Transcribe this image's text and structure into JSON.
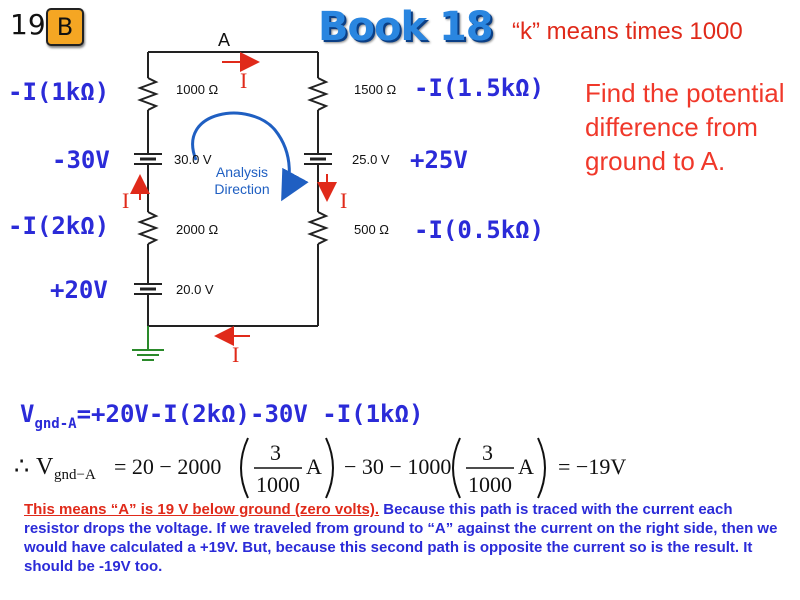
{
  "header": {
    "page_number": "19",
    "badge": "B",
    "book_title": "Book 18",
    "subtitle": "“k” means times 1000"
  },
  "question": "Find the potential difference from ground to A.",
  "circuit": {
    "node_a": "A",
    "components": {
      "r_1000": "1000 Ω",
      "r_1500": "1500 Ω",
      "r_2000": "2000 Ω",
      "r_500": "500 Ω",
      "b_30": "30.0 V",
      "b_25": "25.0 V",
      "b_20": "20.0 V"
    },
    "drop_labels": {
      "r_1k": "-I(1kΩ)",
      "r_1_5k": "-I(1.5kΩ)",
      "b_30": "-30V",
      "b_25": "+25V",
      "r_2k": "-I(2kΩ)",
      "r_0_5k": "-I(0.5kΩ)",
      "b_20": "+20V"
    },
    "analysis_label_line1": "Analysis",
    "analysis_label_line2": "Direction",
    "current_symbol": "I"
  },
  "equations": {
    "eq1_v": "V",
    "eq1_sub": "gnd-A",
    "eq1_rhs": "=+20V-I(2kΩ)-30V -I(1kΩ)",
    "eq2": {
      "therefore": "∴",
      "v": "V",
      "sub": "gnd−A",
      "part1": "= 20 − 2000",
      "num": "3",
      "den": "1000",
      "unit": "A",
      "part2": "− 30 − 1000",
      "result": "= −19V"
    }
  },
  "explanation": {
    "emphasis": "This means “A” is 19 V below ground (zero volts).",
    "body": " Because this path is traced with the current each resistor drops the voltage. If we traveled from ground to “A” against the current on the right side, then we would have calculated a +19V. But, because this second path is opposite the current so is the result. It should be -19V too."
  },
  "colors": {
    "blue_label": "#2b2bd8",
    "red": "#e02a1a",
    "title_blue": "#2a86e0",
    "badge_orange": "#f5a623",
    "ground_green": "#2a8a2a",
    "analysis_blue": "#1f5fc2"
  }
}
